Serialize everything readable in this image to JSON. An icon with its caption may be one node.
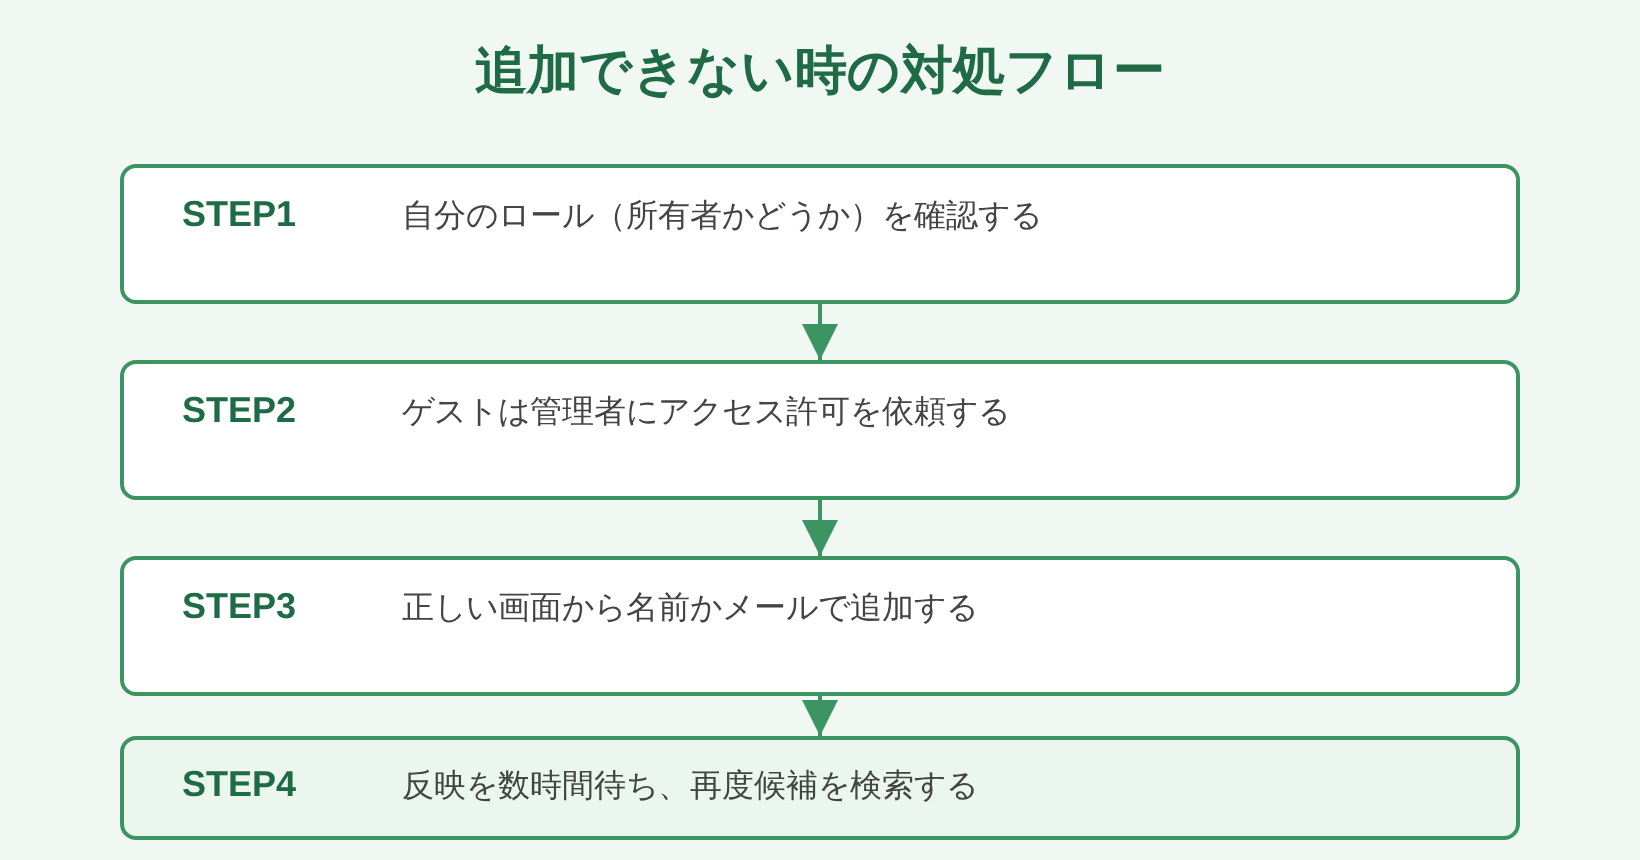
{
  "diagram": {
    "title": "追加できない時の対処フロー",
    "nodes": [
      {
        "text": [
          "STEP1",
          "自分のロール（所有者かどうか）を確認する"
        ]
      },
      {
        "text": [
          "STEP2",
          "ゲストは管理者にアクセス許可を依頼する"
        ]
      },
      {
        "text": [
          "STEP3",
          "正しい画面から名前かメールで追加する"
        ]
      },
      {
        "text": [
          "STEP4",
          "反映を数時間待ち、再度候補を検索する"
        ]
      }
    ],
    "edges": [
      {
        "from": 0,
        "to": 1,
        "arrow": "to"
      },
      {
        "from": 1,
        "to": 2,
        "arrow": "to"
      },
      {
        "from": 2,
        "to": 3,
        "arrow": "to"
      }
    ]
  }
}
